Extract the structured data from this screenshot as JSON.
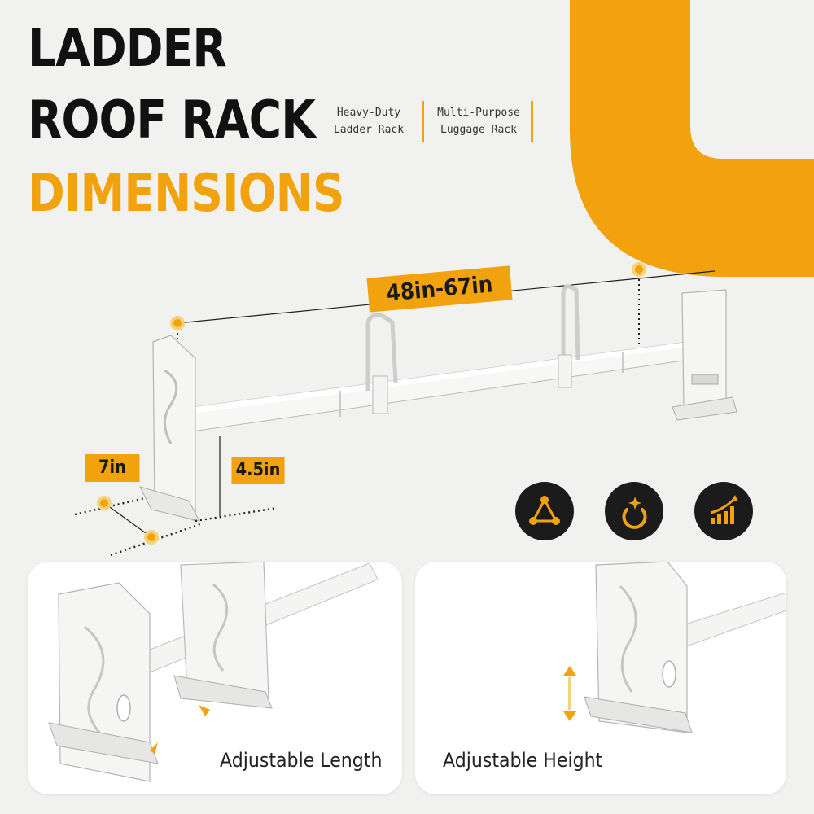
{
  "colors": {
    "accent": "#f2a20c",
    "dark": "#111111",
    "background": "#f1f1ef"
  },
  "title": {
    "line1": "LADDER",
    "line2": "ROOF RACK",
    "line3": "DIMENSIONS"
  },
  "tags": [
    {
      "line1": "Heavy-Duty",
      "line2": "Ladder Rack"
    },
    {
      "line1": "Multi-Purpose",
      "line2": "Luggage Rack"
    }
  ],
  "dimensions": {
    "length": "48in-67in",
    "depth": "7in",
    "height": "4.5in"
  },
  "features": [
    {
      "icon": "triangle-nodes-icon"
    },
    {
      "icon": "moon-star-icon"
    },
    {
      "icon": "growth-chart-icon"
    }
  ],
  "panels": [
    {
      "caption": "Adjustable Length"
    },
    {
      "caption": "Adjustable Height"
    }
  ]
}
